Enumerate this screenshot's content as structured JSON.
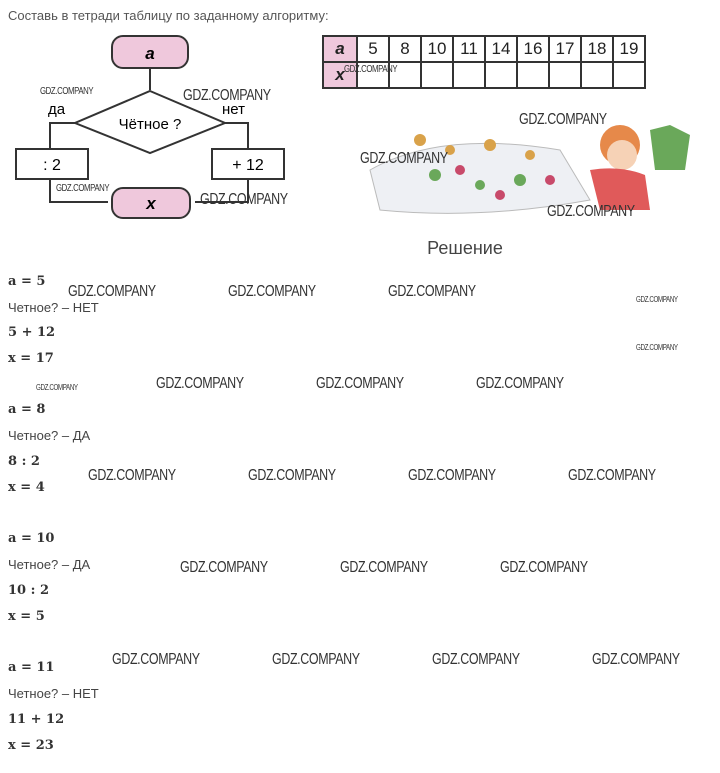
{
  "task": "Составь в тетради таблицу по заданному алгоритму:",
  "flowchart": {
    "start": "a",
    "condition": "Чётное ?",
    "yes": "да",
    "no": "нет",
    "yes_op": ": 2",
    "no_op": "+ 12",
    "end": "x"
  },
  "table": {
    "row_a_label": "a",
    "row_x_label": "x",
    "a_values": [
      "5",
      "8",
      "10",
      "11",
      "14",
      "16",
      "17",
      "18",
      "19"
    ]
  },
  "solution_title": "Решение",
  "solutions": [
    {
      "a": "a = 5",
      "check": "Четное? – НЕТ",
      "op": "5 + 12",
      "x": "x = 17"
    },
    {
      "a": "a = 8",
      "check": "Четное? – ДА",
      "op": "8 : 2",
      "x": "x = 4"
    },
    {
      "a": "a = 10",
      "check": "Четное? – ДА",
      "op": "10 : 2",
      "x": "x = 5"
    },
    {
      "a": "a = 11",
      "check": "Четное? – НЕТ",
      "op": "11 + 12",
      "x": "x = 23"
    }
  ],
  "watermark": "GDZ.COMPANY"
}
